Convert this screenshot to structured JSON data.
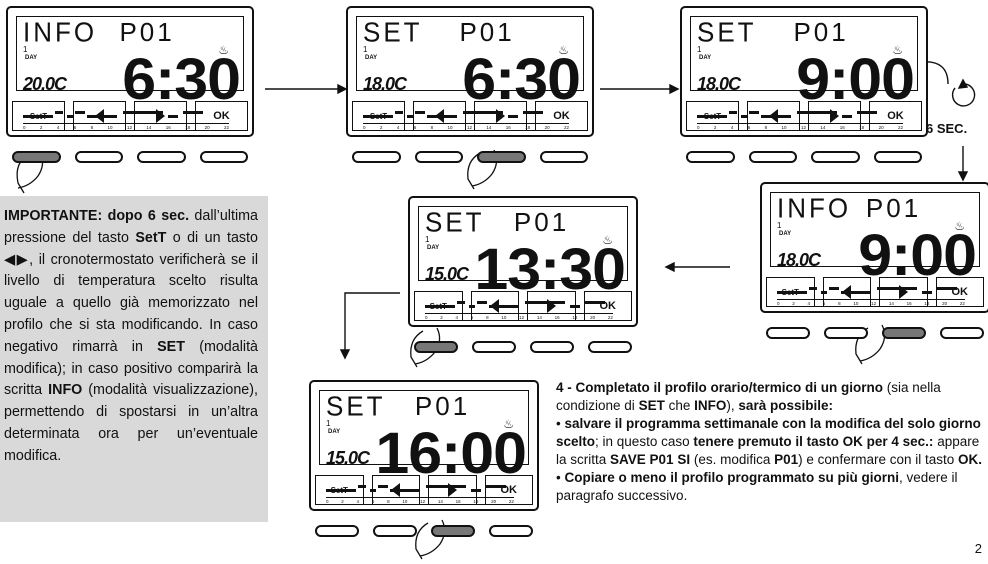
{
  "displays": [
    {
      "mode": "INFO",
      "prog": "P01",
      "day": "1",
      "temp": "20.0C",
      "time": "6:30"
    },
    {
      "mode": "SET",
      "prog": "P01",
      "day": "1",
      "temp": "18.0C",
      "time": "6:30"
    },
    {
      "mode": "SET",
      "prog": "P01",
      "day": "1",
      "temp": "18.0C",
      "time": "9:00"
    },
    {
      "mode": "INFO",
      "prog": "P01",
      "day": "1",
      "temp": "18.0C",
      "time": "9:00"
    },
    {
      "mode": "SET",
      "prog": "P01",
      "day": "1",
      "temp": "15.0C",
      "time": "13:30"
    },
    {
      "mode": "SET",
      "prog": "P01",
      "day": "1",
      "temp": "15.0C",
      "time": "16:00"
    }
  ],
  "labels": {
    "day": "DAY",
    "set": "Set",
    "setkey": "SetT",
    "ok": "OK",
    "scale": [
      "0",
      "2",
      "4",
      "6",
      "8",
      "10",
      "12",
      "14",
      "16",
      "18",
      "20",
      "22"
    ]
  },
  "wait_label": "6 SEC.",
  "left_note": {
    "p1": "IMPORTANTE: dopo 6 sec.",
    "p2": "dall’ultima pressione del tasto",
    "b1": "SetT",
    "p3": "o di un tasto",
    "p4": ", il cronotermostato verificherà se il livello di temperatura scelto risulta uguale a quello già memorizzato nel profilo che si sta modificando. In caso negativo rimarrà in",
    "b2": "SET",
    "p5": "(modalità modifica); in caso positivo comparirà la scritta",
    "b3": "INFO",
    "p6": "(modalità visualizzazione), permettendo di spostarsi in un’altra determinata ora per un’eventuale modifica."
  },
  "right_note": {
    "s4b": "4 - Completato il profilo orario/termico di un giorno",
    "s4": "(sia nella condizione di",
    "s4set": "SET",
    "s4che": "che",
    "s4info": "INFO",
    "s4end": "),",
    "s4pos": "sarà possibile:",
    "b1a": "salvare il programma settimanale con la modifica del solo giorno scelto",
    "b1b": "; in questo caso",
    "b1c": "tenere premuto il tasto OK per 4 sec.:",
    "b1d": "appare la scritta",
    "b1e": "SAVE P01 SI",
    "b1f": "(es. modifica",
    "b1g": "P01",
    "b1h": ") e confermare con il tasto",
    "b1i": "OK.",
    "b2a": "Copiare o meno il profilo programmato su più giorni",
    "b2b": ", vedere il paragrafo successivo."
  },
  "page_number": "2"
}
